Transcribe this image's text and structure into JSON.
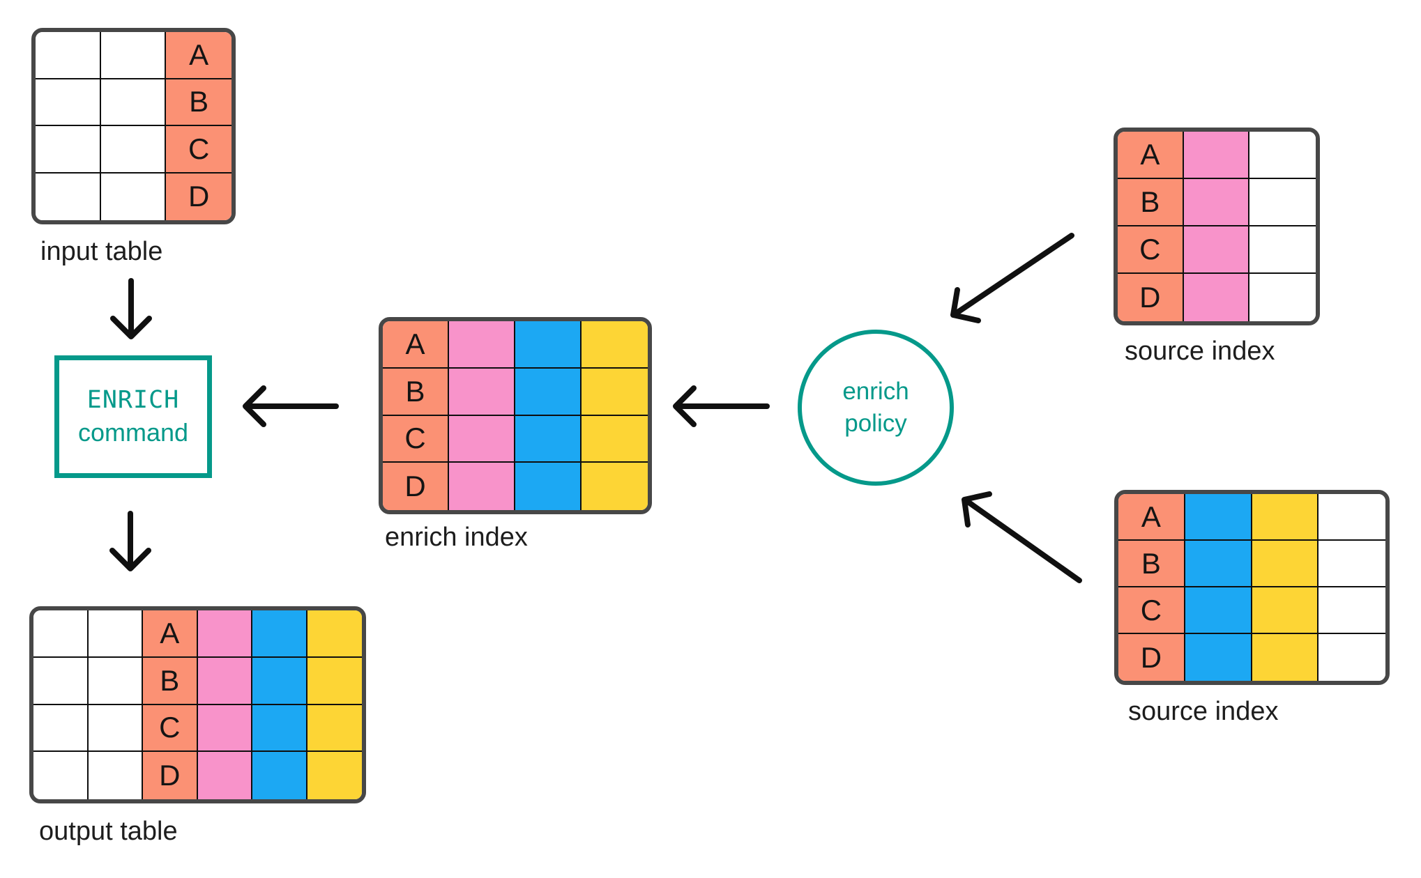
{
  "colors": {
    "white": "#FFFFFF",
    "salmon": "#FB9174",
    "pink": "#F893CA",
    "blue": "#1CA8F3",
    "yellow": "#FDD535",
    "teal": "#05998A",
    "table_border": "#474747",
    "grid_line": "#0E0E0E",
    "arrow": "#101010"
  },
  "diagram": {
    "input_table": {
      "label": "input table",
      "rows": [
        "A",
        "B",
        "C",
        "D"
      ],
      "columns": [
        {
          "fill": "white"
        },
        {
          "fill": "white"
        },
        {
          "fill": "salmon",
          "letters": true
        }
      ]
    },
    "enrich_command": {
      "title": "ENRICH",
      "subtitle": "command"
    },
    "output_table": {
      "label": "output table",
      "rows": [
        "A",
        "B",
        "C",
        "D"
      ],
      "columns": [
        {
          "fill": "white"
        },
        {
          "fill": "white"
        },
        {
          "fill": "salmon",
          "letters": true
        },
        {
          "fill": "pink"
        },
        {
          "fill": "blue"
        },
        {
          "fill": "yellow"
        }
      ]
    },
    "enrich_index": {
      "label": "enrich index",
      "rows": [
        "A",
        "B",
        "C",
        "D"
      ],
      "columns": [
        {
          "fill": "salmon",
          "letters": true
        },
        {
          "fill": "pink"
        },
        {
          "fill": "blue"
        },
        {
          "fill": "yellow"
        }
      ]
    },
    "enrich_policy": {
      "line1": "enrich",
      "line2": "policy"
    },
    "source_index_top": {
      "label": "source index",
      "rows": [
        "A",
        "B",
        "C",
        "D"
      ],
      "columns": [
        {
          "fill": "salmon",
          "letters": true
        },
        {
          "fill": "pink"
        },
        {
          "fill": "white"
        }
      ]
    },
    "source_index_bottom": {
      "label": "source index",
      "rows": [
        "A",
        "B",
        "C",
        "D"
      ],
      "columns": [
        {
          "fill": "salmon",
          "letters": true
        },
        {
          "fill": "blue"
        },
        {
          "fill": "yellow"
        },
        {
          "fill": "white"
        }
      ]
    }
  },
  "connectors": [
    {
      "from": "input table",
      "to": "ENRICH command"
    },
    {
      "from": "ENRICH command",
      "to": "output table"
    },
    {
      "from": "enrich index",
      "to": "ENRICH command"
    },
    {
      "from": "enrich policy",
      "to": "enrich index"
    },
    {
      "from": "source index (top)",
      "to": "enrich policy"
    },
    {
      "from": "source index (bottom)",
      "to": "enrich policy"
    }
  ]
}
